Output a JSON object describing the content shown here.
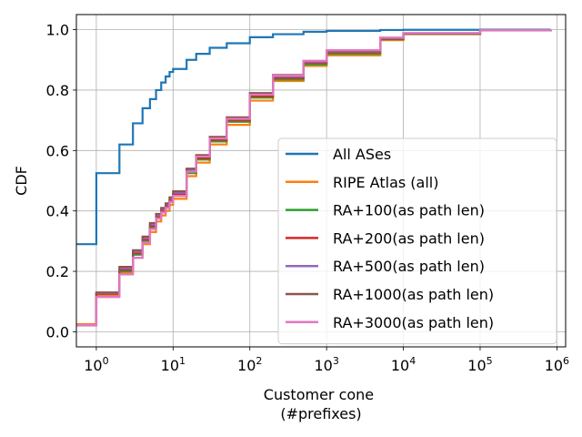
{
  "chart_data": {
    "type": "line",
    "title": "",
    "xlabel_lines": [
      "Customer cone",
      "(#prefixes)"
    ],
    "ylabel": "CDF",
    "x_scale": "log",
    "xlim": [
      0.55,
      1300000
    ],
    "ylim": [
      -0.05,
      1.05
    ],
    "x_ticks": [
      {
        "value": 1,
        "base": "10",
        "exp": "0"
      },
      {
        "value": 10,
        "base": "10",
        "exp": "1"
      },
      {
        "value": 100,
        "base": "10",
        "exp": "2"
      },
      {
        "value": 1000,
        "base": "10",
        "exp": "3"
      },
      {
        "value": 10000,
        "base": "10",
        "exp": "4"
      },
      {
        "value": 100000,
        "base": "10",
        "exp": "5"
      },
      {
        "value": 1000000,
        "base": "10",
        "exp": "6"
      }
    ],
    "y_ticks": [
      {
        "value": 0.0,
        "label": "0.0"
      },
      {
        "value": 0.2,
        "label": "0.2"
      },
      {
        "value": 0.4,
        "label": "0.4"
      },
      {
        "value": 0.6,
        "label": "0.6"
      },
      {
        "value": 0.8,
        "label": "0.8"
      },
      {
        "value": 1.0,
        "label": "1.0"
      }
    ],
    "grid": true,
    "legend_position": "lower-right",
    "series": [
      {
        "name": "All ASes",
        "color": "#1f77b4",
        "x": [
          0.5,
          1,
          2,
          3,
          4,
          5,
          6,
          7,
          8,
          9,
          10,
          15,
          20,
          30,
          50,
          100,
          200,
          500,
          1000,
          5000,
          10000,
          100000,
          830000
        ],
        "y": [
          0.29,
          0.525,
          0.62,
          0.69,
          0.74,
          0.77,
          0.8,
          0.825,
          0.845,
          0.86,
          0.87,
          0.9,
          0.92,
          0.94,
          0.955,
          0.975,
          0.985,
          0.993,
          0.996,
          0.999,
          0.9995,
          1.0,
          1.0
        ]
      },
      {
        "name": "RIPE Atlas (all)",
        "color": "#ff7f0e",
        "x": [
          0.5,
          1,
          2,
          3,
          4,
          5,
          6,
          7,
          8,
          9,
          10,
          15,
          20,
          30,
          50,
          100,
          200,
          500,
          1000,
          5000,
          10000,
          100000,
          830000
        ],
        "y": [
          0.025,
          0.12,
          0.195,
          0.245,
          0.29,
          0.33,
          0.365,
          0.385,
          0.4,
          0.42,
          0.44,
          0.515,
          0.56,
          0.62,
          0.685,
          0.765,
          0.83,
          0.88,
          0.915,
          0.965,
          0.985,
          0.998,
          1.0
        ]
      },
      {
        "name": "RA+100(as path len)",
        "color": "#2ca02c",
        "x": [
          0.5,
          1,
          2,
          3,
          4,
          5,
          6,
          7,
          8,
          9,
          10,
          15,
          20,
          30,
          50,
          100,
          200,
          500,
          1000,
          5000,
          10000,
          100000,
          830000
        ],
        "y": [
          0.022,
          0.125,
          0.2,
          0.255,
          0.3,
          0.345,
          0.375,
          0.395,
          0.41,
          0.43,
          0.45,
          0.525,
          0.57,
          0.63,
          0.695,
          0.775,
          0.835,
          0.885,
          0.92,
          0.968,
          0.986,
          0.998,
          1.0
        ]
      },
      {
        "name": "RA+200(as path len)",
        "color": "#d62728",
        "x": [
          0.5,
          1,
          2,
          3,
          4,
          5,
          6,
          7,
          8,
          9,
          10,
          15,
          20,
          30,
          50,
          100,
          200,
          500,
          1000,
          5000,
          10000,
          100000,
          830000
        ],
        "y": [
          0.022,
          0.125,
          0.205,
          0.26,
          0.305,
          0.35,
          0.38,
          0.4,
          0.415,
          0.435,
          0.455,
          0.53,
          0.575,
          0.635,
          0.7,
          0.78,
          0.84,
          0.89,
          0.925,
          0.97,
          0.987,
          0.998,
          1.0
        ]
      },
      {
        "name": "RA+500(as path len)",
        "color": "#9467bd",
        "x": [
          0.5,
          1,
          2,
          3,
          4,
          5,
          6,
          7,
          8,
          9,
          10,
          15,
          20,
          30,
          50,
          100,
          200,
          500,
          1000,
          5000,
          10000,
          100000,
          830000
        ],
        "y": [
          0.022,
          0.127,
          0.21,
          0.265,
          0.31,
          0.355,
          0.385,
          0.405,
          0.42,
          0.44,
          0.46,
          0.535,
          0.58,
          0.64,
          0.705,
          0.785,
          0.845,
          0.893,
          0.928,
          0.972,
          0.988,
          0.998,
          1.0
        ]
      },
      {
        "name": "RA+1000(as path len)",
        "color": "#8c564b",
        "x": [
          0.5,
          1,
          2,
          3,
          4,
          5,
          6,
          7,
          8,
          9,
          10,
          15,
          20,
          30,
          50,
          100,
          200,
          500,
          1000,
          5000,
          10000,
          100000,
          830000
        ],
        "y": [
          0.022,
          0.13,
          0.215,
          0.27,
          0.315,
          0.36,
          0.39,
          0.41,
          0.425,
          0.445,
          0.465,
          0.54,
          0.585,
          0.645,
          0.71,
          0.79,
          0.85,
          0.896,
          0.93,
          0.973,
          0.988,
          0.998,
          1.0
        ]
      },
      {
        "name": "RA+3000(as path len)",
        "color": "#e377c2",
        "x": [
          0.5,
          1,
          2,
          3,
          4,
          5,
          6,
          7,
          8,
          9,
          10,
          15,
          20,
          30,
          50,
          100,
          200,
          500,
          1000,
          5000,
          10000,
          100000,
          830000
        ],
        "y": [
          0.022,
          0.115,
          0.19,
          0.245,
          0.295,
          0.34,
          0.375,
          0.395,
          0.41,
          0.43,
          0.45,
          0.53,
          0.58,
          0.64,
          0.705,
          0.785,
          0.848,
          0.897,
          0.932,
          0.974,
          0.989,
          0.998,
          1.0
        ]
      }
    ]
  }
}
